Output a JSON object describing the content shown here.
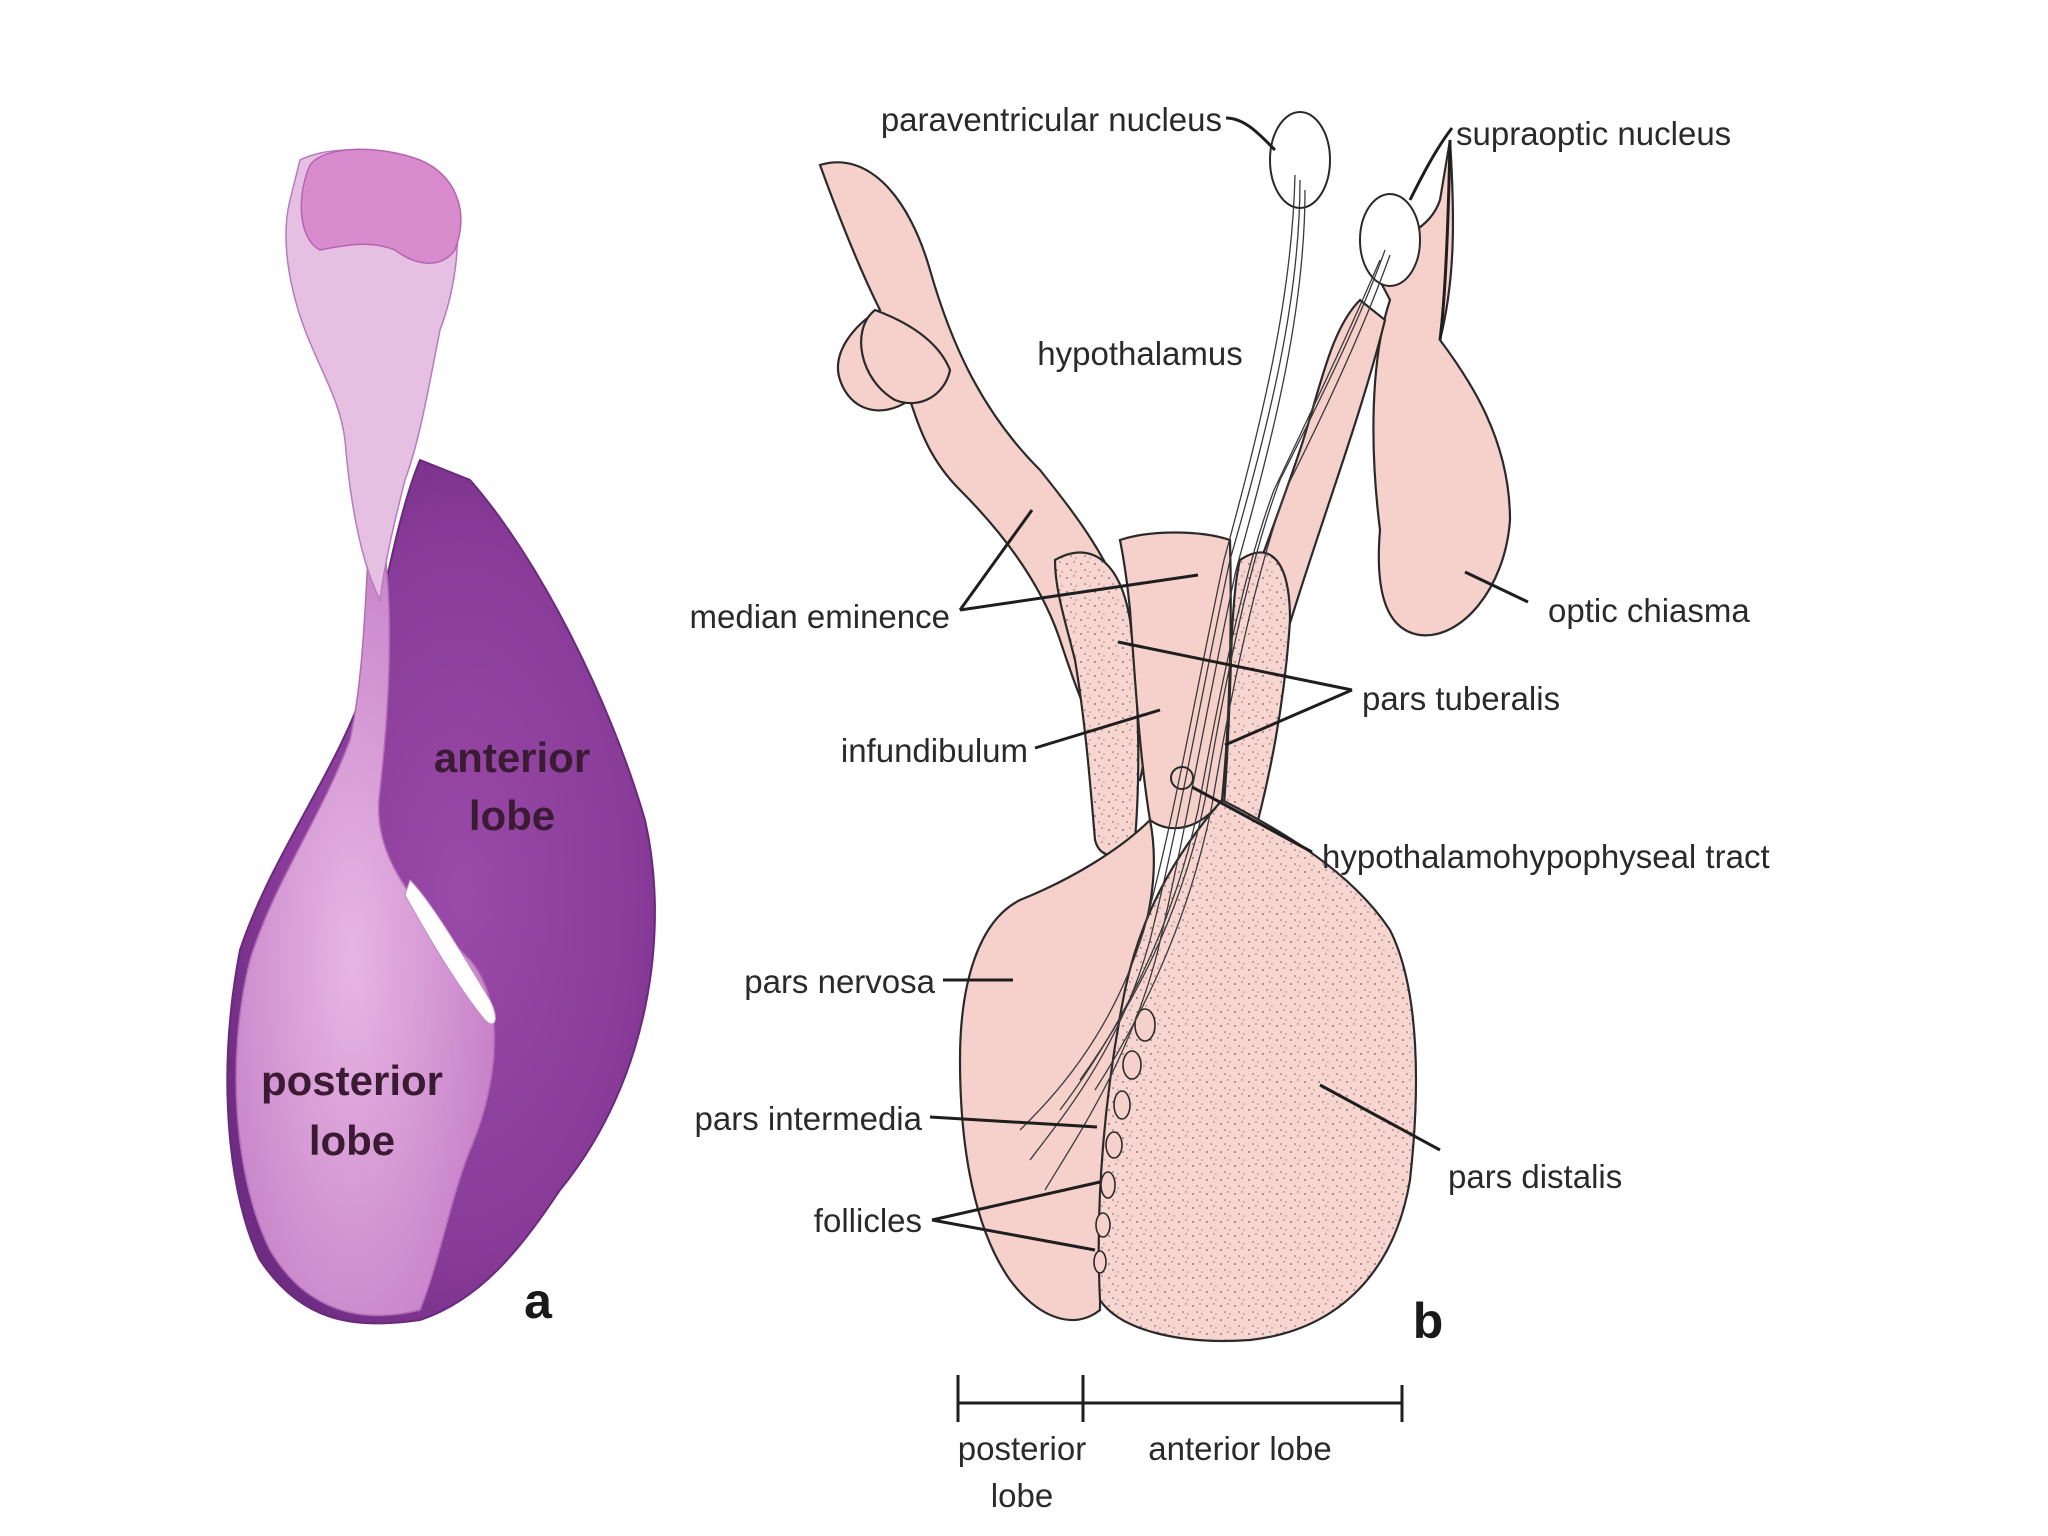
{
  "panels": {
    "a": {
      "letter": "a",
      "labels": {
        "anterior_lobe": [
          "anterior",
          "lobe"
        ],
        "posterior_lobe": [
          "posterior",
          "lobe"
        ]
      }
    },
    "b": {
      "letter": "b",
      "labels": {
        "paraventricular_nucleus": "paraventricular nucleus",
        "supraoptic_nucleus": "supraoptic nucleus",
        "hypothalamus": "hypothalamus",
        "median_eminence": "median eminence",
        "optic_chiasma": "optic chiasma",
        "pars_tuberalis": "pars tuberalis",
        "infundibulum": "infundibulum",
        "hypothalamohypophyseal_tract": "hypothalamohypophyseal tract",
        "pars_nervosa": "pars nervosa",
        "pars_intermedia": "pars intermedia",
        "pars_distalis": "pars distalis",
        "follicles": "follicles",
        "scale_posterior_lobe": [
          "posterior",
          "lobe"
        ],
        "scale_anterior_lobe": "anterior lobe"
      }
    }
  },
  "colors": {
    "stain_posterior": "#e2a6dd",
    "stain_anterior": "#8e3f9d",
    "drawing_fill": "#f6d0cb",
    "line": "#1e1e1e"
  }
}
